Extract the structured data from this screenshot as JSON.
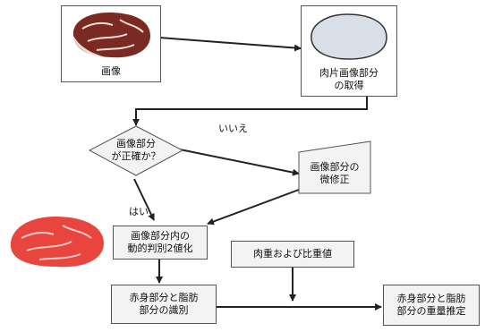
{
  "nodes": {
    "image": {
      "lines": [
        "画像"
      ]
    },
    "extract": {
      "lines": [
        "肉片画像部分",
        "の取得"
      ]
    },
    "decision": {
      "lines": [
        "画像部分",
        "が正確か？"
      ]
    },
    "correct": {
      "lines": [
        "画像部分の",
        "微修正"
      ]
    },
    "binarize": {
      "lines": [
        "画像部分内の",
        "動的判別2値化"
      ]
    },
    "identify": {
      "lines": [
        "赤身部分と脂肪",
        "部分の識別"
      ]
    },
    "gravity": {
      "lines": [
        "肉重および比重値"
      ]
    },
    "estimate": {
      "lines": [
        "赤身部分と脂肪",
        "部分の重量推定"
      ]
    }
  },
  "edge_labels": {
    "no": "いいえ",
    "yes": "はい"
  },
  "colors": {
    "meat_dark": "#7a2a22",
    "meat_fat": "#efe0d6",
    "meat_red": "#e8453f",
    "outline_fill": "#d9dfe6"
  }
}
